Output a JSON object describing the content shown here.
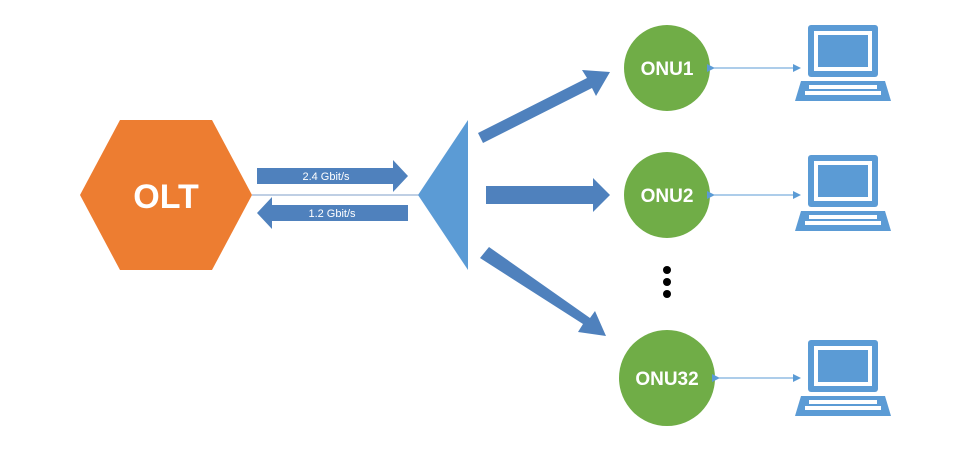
{
  "olt": {
    "label": "OLT",
    "color": "#ed7d31"
  },
  "links": {
    "downstream_label": "2.4 Gbit/s",
    "upstream_label": "1.2 Gbit/s",
    "color": "#4f81bd"
  },
  "splitter": {
    "color": "#5b9bd5"
  },
  "onus": [
    {
      "label": "ONU1"
    },
    {
      "label": "ONU2"
    },
    {
      "label": "ONU32"
    }
  ],
  "onu_color": "#70ad47",
  "ellipsis": "⋮",
  "client_icon": "laptop-icon",
  "client_color": "#5b9bd5"
}
